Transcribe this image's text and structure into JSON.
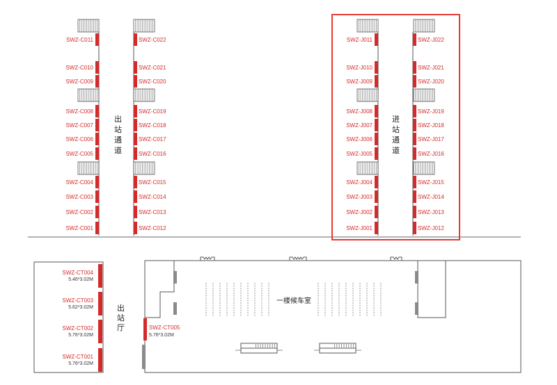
{
  "colors": {
    "accent": "#d42a2a",
    "line": "#555555",
    "highlight": "#e53935",
    "gray": "#8a8a8a"
  },
  "exit_channel": "出站通道",
  "entry_channel": "进站通道",
  "exit_hall": "出站厅",
  "waiting_room": "一楼候车室",
  "columns": {
    "c_left": [
      "SWZ-C011",
      "SWZ-C010",
      "SWZ-C009",
      "SWZ-C008",
      "SWZ-C007",
      "SWZ-C006",
      "SWZ-C005",
      "SWZ-C004",
      "SWZ-C003",
      "SWZ-C002",
      "SWZ-C001"
    ],
    "c_right": [
      "SWZ-C022",
      "SWZ-C021",
      "SWZ-C020",
      "SWZ-C019",
      "SWZ-C018",
      "SWZ-C017",
      "SWZ-C016",
      "SWZ-C015",
      "SWZ-C014",
      "SWZ-C013",
      "SWZ-C012"
    ],
    "j_left": [
      "SWZ-J011",
      "SWZ-J010",
      "SWZ-J009",
      "SWZ-J008",
      "SWZ-J007",
      "SWZ-J006",
      "SWZ-J005",
      "SWZ-J004",
      "SWZ-J003",
      "SWZ-J002",
      "SWZ-J001"
    ],
    "j_right": [
      "SWZ-J022",
      "SWZ-J021",
      "SWZ-J020",
      "SWZ-J019",
      "SWZ-J018",
      "SWZ-J017",
      "SWZ-J016",
      "SWZ-J015",
      "SWZ-J014",
      "SWZ-J013",
      "SWZ-J012"
    ]
  },
  "ct_items": [
    {
      "code": "SWZ-CT004",
      "size": "5.46*3.02M"
    },
    {
      "code": "SWZ-CT003",
      "size": "5.62*3.02M"
    },
    {
      "code": "SWZ-CT002",
      "size": "5.76*3.02M"
    },
    {
      "code": "SWZ-CT001",
      "size": "5.76*3.02M"
    }
  ],
  "ct005": {
    "code": "SWZ-CT005",
    "size": "5.76*3.02M"
  }
}
